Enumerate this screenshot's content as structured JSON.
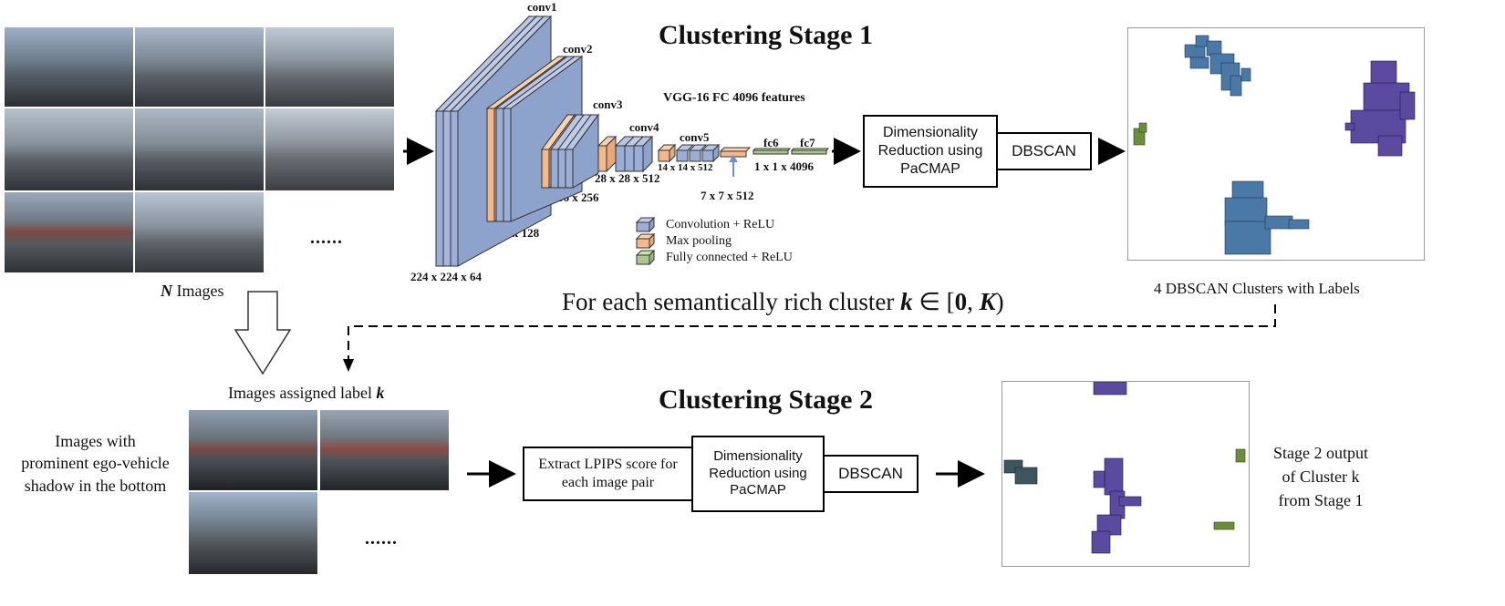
{
  "stage1": {
    "title": "Clustering Stage 1",
    "images_label_var": "N",
    "images_label_rest": " Images",
    "ellipsis": "......",
    "vgg_title": "VGG-16 FC 4096 features",
    "layers": {
      "conv1": "conv1",
      "conv2": "conv2",
      "conv3": "conv3",
      "conv4": "conv4",
      "conv5": "conv5",
      "fc6": "fc6",
      "fc7": "fc7"
    },
    "dims": {
      "d224": "224 x 224 x 64",
      "d112": "112 x 112 x 128",
      "d56": "56 x 56 x 256",
      "d28": "28 x 28 x 512",
      "d14": "14 x 14 x 512",
      "d7": "7 x 7 x 512",
      "d1": "1 x 1 x 4096"
    },
    "legend": {
      "conv": "Convolution + ReLU",
      "pool": "Max pooling",
      "fc": "Fully connected + ReLU"
    },
    "dimred": "Dimensionality Reduction using PaCMAP",
    "dbscan": "DBSCAN",
    "clusters_caption": "4 DBSCAN Clusters with Labels"
  },
  "loop": {
    "caption_pre": "For each semantically rich cluster ",
    "caption_var": "k",
    "caption_math": " ∈ [",
    "caption_zero": "0",
    "caption_sep": ", ",
    "caption_K": "K",
    "caption_end": ")"
  },
  "stage2": {
    "title": "Clustering Stage 2",
    "assigned_pre": "Images assigned label ",
    "assigned_var": "k",
    "shadow_desc": "Images with prominent ego-vehicle shadow in the bottom",
    "ellipsis": "......",
    "lpips": "Extract LPIPS score for each image pair",
    "dimred": "Dimensionality Reduction using PaCMAP",
    "dbscan": "DBSCAN",
    "output": "Stage 2 output of Cluster k from Stage 1"
  },
  "colors": {
    "conv": "#9aaed6",
    "pool": "#f2b98a",
    "fc": "#a8c98a",
    "cluster_blue": "#4a79a8",
    "cluster_purple": "#5a4aa0",
    "cluster_green": "#6b8e3a",
    "cluster_gray": "#3d5560"
  }
}
